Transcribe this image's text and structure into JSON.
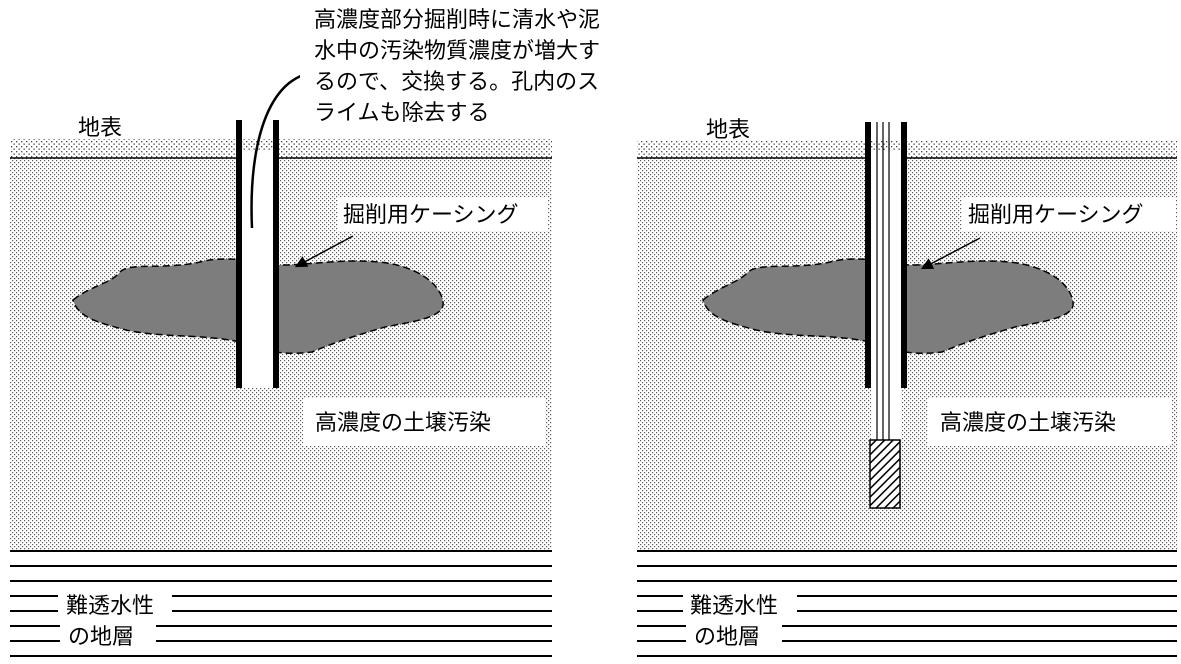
{
  "annotation": {
    "lines": [
      "高濃度部分掘削時に清水や泥",
      "水中の汚染物質濃度が増大す",
      "るので、交換する。孔内のス",
      "ライムも除去する"
    ]
  },
  "left_panel": {
    "surface_label": "地表",
    "casing_label": "掘削用ケーシング",
    "contamination_label": "高濃度の土壌汚染",
    "aquitard_label_line1": "難透水性",
    "aquitard_label_line2": "の地層"
  },
  "right_panel": {
    "surface_label": "地表",
    "casing_label": "掘削用ケーシング",
    "contamination_label": "高濃度の土壌汚染",
    "aquitard_label_line1": "難透水性",
    "aquitard_label_line2": "の地層"
  },
  "colors": {
    "soil_dot": "#5a5a5a",
    "contamination_fill": "#7d7d7d",
    "surface_dot": "#444444",
    "line": "#000000"
  }
}
